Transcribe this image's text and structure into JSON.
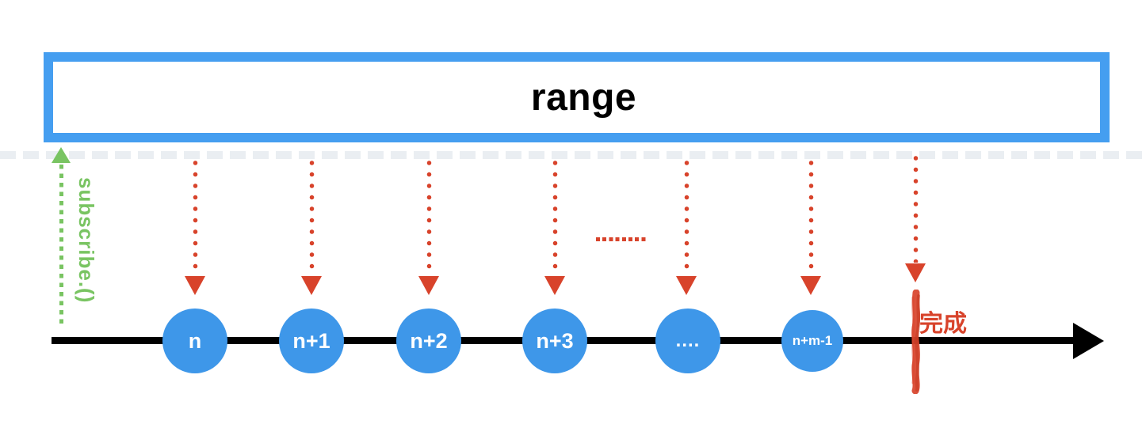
{
  "diagram": {
    "operator_label": "range",
    "subscribe_label": "subscribe.()",
    "complete_label": "完成",
    "events": [
      {
        "label": "n"
      },
      {
        "label": "n+1"
      },
      {
        "label": "n+2"
      },
      {
        "label": "n+3"
      },
      {
        "label": "...."
      },
      {
        "label": "n+m-1"
      }
    ]
  },
  "icons": {
    "subscribe_arrowhead": "arrow-up-triangle",
    "emission_arrowhead": "arrow-down-triangle",
    "timeline_arrowhead": "arrow-right-triangle",
    "complete_marker": "hand-drawn-vertical-tick"
  },
  "colors": {
    "box_blue": "#459EF0",
    "circle_blue": "#3E97E9",
    "arrow_red": "#D8432B",
    "subscribe_green": "#79C462",
    "timeline_black": "#000000"
  }
}
